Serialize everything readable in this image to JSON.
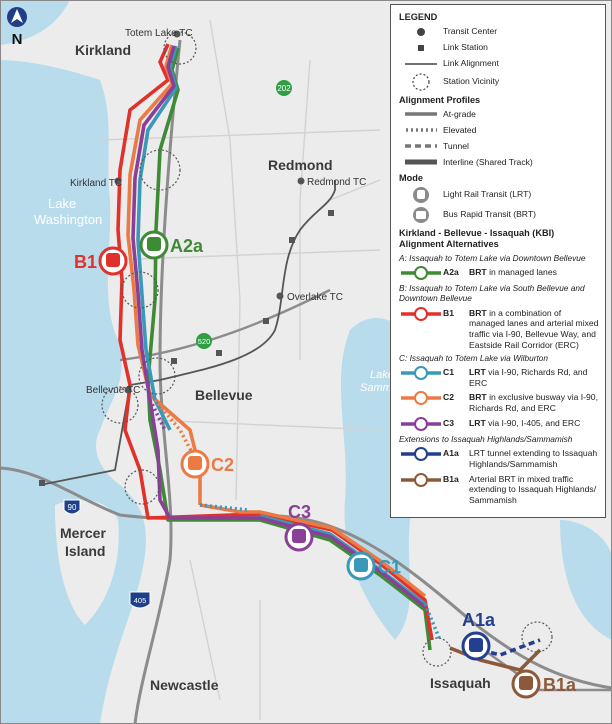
{
  "colors": {
    "water": "#b9dcec",
    "land": "#ececec",
    "a2a": "#3f8a35",
    "b1": "#e0312b",
    "c1": "#3a98b8",
    "c2": "#ec7a45",
    "c3": "#8a3f98",
    "a1a": "#243f8f",
    "b1a": "#8c5a3a"
  },
  "north_label": "N",
  "places": {
    "kirkland": "Kirkland",
    "redmond": "Redmond",
    "lake_washington_1": "Lake",
    "lake_washington_2": "Washington",
    "bellevue": "Bellevue",
    "lake_sammamish_1": "Lake",
    "lake_sammamish_2": "Sammam",
    "mercer_1": "Mercer",
    "mercer_2": "Island",
    "newcastle": "Newcastle",
    "issaquah": "Issaquah"
  },
  "transit_centers": {
    "totem_lake": "Totem Lake TC",
    "kirkland": "Kirkland TC",
    "redmond": "Redmond TC",
    "overlake": "Overlake TC",
    "bellevue": "Bellevue TC"
  },
  "highways": {
    "sr202": "202",
    "sr520": "520",
    "i90": "90",
    "i405": "405"
  },
  "route_tags": {
    "b1": "B1",
    "a2a": "A2a",
    "c2": "C2",
    "c3": "C3",
    "c1": "C1",
    "a1a": "A1a",
    "b1a": "B1a"
  },
  "legend": {
    "title": "LEGEND",
    "transit_center": "Transit Center",
    "link_station": "Link Station",
    "link_alignment": "Link Alignment",
    "station_vicinity": "Station Vicinity",
    "profiles_title": "Alignment Profiles",
    "at_grade": "At-grade",
    "elevated": "Elevated",
    "tunnel": "Tunnel",
    "interline": "Interline (Shared Track)",
    "mode_title": "Mode",
    "lrt": "Light Rail Transit (LRT)",
    "brt": "Bus Rapid Transit (BRT)",
    "kbi_title": "Kirkland - Bellevue - Issaquah (KBI)",
    "alt_title": "Alignment Alternatives",
    "group_a": "A: Issaquah to Totem Lake via Downtown Bellevue",
    "a2a_code": "A2a",
    "a2a_mode": "BRT",
    "a2a_desc": "in managed lanes",
    "group_b": "B: Issaquah to Totem Lake via South Bellevue and Downtown Bellevue",
    "b1_code": "B1",
    "b1_mode": "BRT",
    "b1_desc": "in a combination of managed lanes and arterial mixed traffic via I-90, Bellevue Way, and Eastside Rail Corridor (ERC)",
    "group_c": "C: Issaquah to Totem Lake via Wilburton",
    "c1_code": "C1",
    "c1_mode": "LRT",
    "c1_desc": "via I-90, Richards Rd, and ERC",
    "c2_code": "C2",
    "c2_mode": "BRT",
    "c2_desc": "in exclusive busway via I-90, Richards Rd, and ERC",
    "c3_code": "C3",
    "c3_mode": "LRT",
    "c3_desc": "via I-90, I-405, and ERC",
    "group_ext": "Extensions to Issaquah Highlands/Sammamish",
    "a1a_code": "A1a",
    "a1a_desc": "LRT tunnel extending to Issaquah Highlands/Sammamish",
    "b1a_code": "B1a",
    "b1a_desc": "Arterial BRT in mixed traffic extending to Issaquah Highlands/ Sammamish"
  }
}
